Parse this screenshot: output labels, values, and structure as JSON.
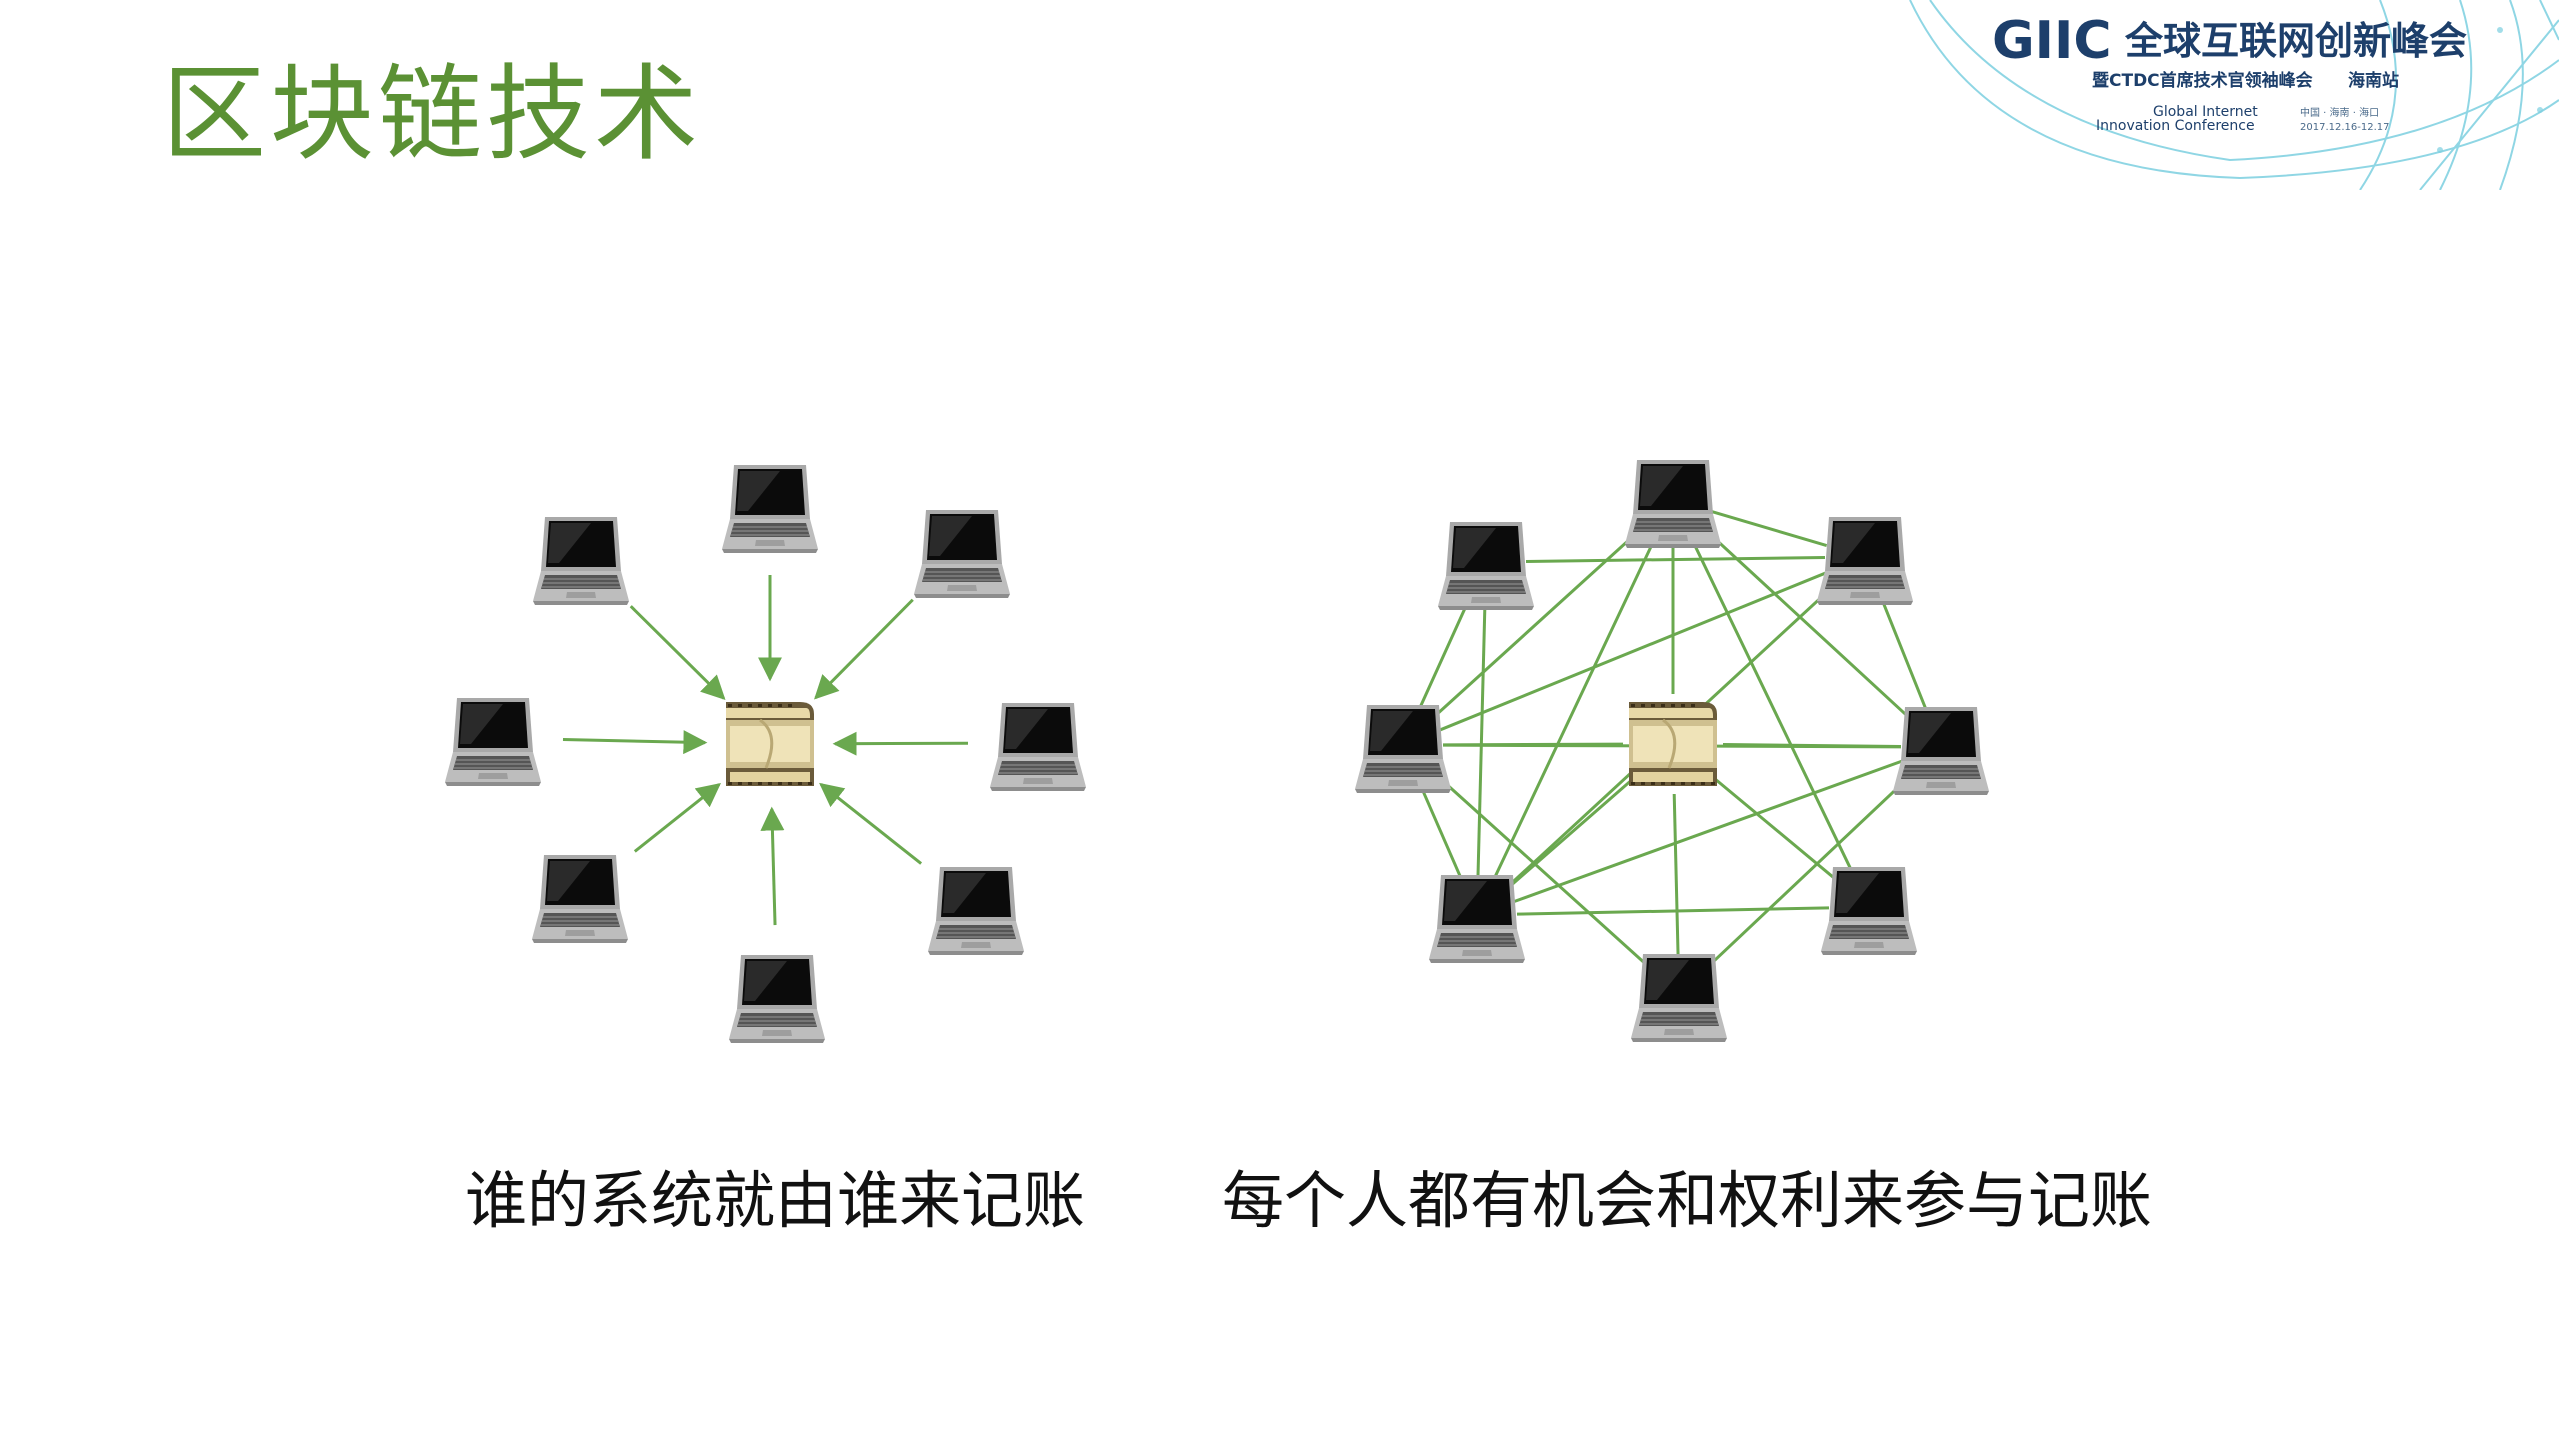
{
  "slide": {
    "title": "区块链技术",
    "caption_left": "谁的系统就由谁来记账",
    "caption_right": "每个人都有机会和权利来参与记账"
  },
  "logo": {
    "brand": "GIIC",
    "name_cn": "全球互联网创新峰会",
    "sub_cn": "暨CTDC首席技术官领袖峰会",
    "station": "海南站",
    "name_en_1": "Global Internet",
    "name_en_2": "Innovation Conference",
    "location": "中国 · 海南 · 海口",
    "dates": "2017.12.16-12.17"
  },
  "colors": {
    "title": "#5b9134",
    "edge": "#6aa84f",
    "logo_text": "#1d3f6b",
    "globe": "#7ccfe0"
  },
  "icons": {
    "node": "laptop-icon",
    "ledger": "film-reel-icon"
  },
  "diagrams": [
    {
      "kind": "centralized",
      "nodes": [
        "n1",
        "n2",
        "n3",
        "n4",
        "n5",
        "n6",
        "n7",
        "n8"
      ],
      "center": "ledger",
      "edges_to_center": [
        "n1",
        "n2",
        "n3",
        "n4",
        "n5",
        "n6",
        "n7",
        "n8"
      ]
    },
    {
      "kind": "distributed",
      "nodes": [
        "n1",
        "n2",
        "n3",
        "n4",
        "n5",
        "n6",
        "n7",
        "n8"
      ],
      "center": "ledger",
      "edges": [
        [
          "n1",
          "n2"
        ],
        [
          "n1",
          "n3"
        ],
        [
          "n1",
          "n4"
        ],
        [
          "n1",
          "n6"
        ],
        [
          "n1",
          "n7"
        ],
        [
          "n1",
          "center"
        ],
        [
          "n2",
          "n3"
        ],
        [
          "n2",
          "n6"
        ],
        [
          "n2",
          "n7"
        ],
        [
          "n2",
          "n8"
        ],
        [
          "n3",
          "n5"
        ],
        [
          "n3",
          "n6"
        ],
        [
          "n3",
          "n7"
        ],
        [
          "n3",
          "center"
        ],
        [
          "n4",
          "n6"
        ],
        [
          "n4",
          "center"
        ],
        [
          "n5",
          "n7"
        ],
        [
          "n5",
          "center"
        ],
        [
          "n6",
          "n7"
        ],
        [
          "n6",
          "n8"
        ],
        [
          "n6",
          "center"
        ],
        [
          "n7",
          "n8"
        ],
        [
          "n7",
          "center"
        ]
      ]
    }
  ]
}
